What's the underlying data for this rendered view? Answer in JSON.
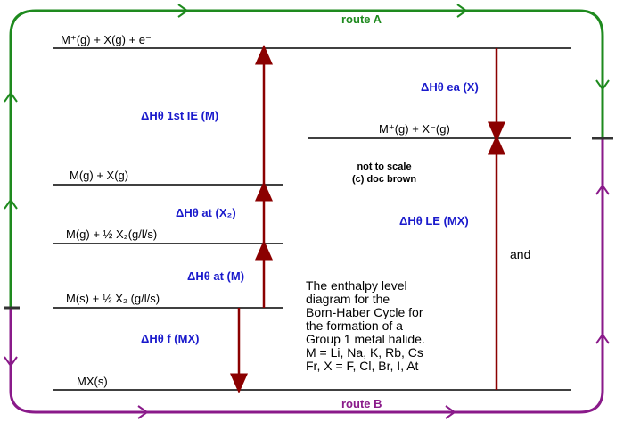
{
  "colors": {
    "route_a": "#1e8a1e",
    "route_b": "#8a1a8a",
    "arrow": "#8b0000",
    "label_blue": "#1a1acc",
    "level_line": "#000000"
  },
  "routes": {
    "a": "route A",
    "b": "route B"
  },
  "levels": {
    "top": "M⁺(g) + X(g) + e⁻",
    "ions": "M⁺(g) + X⁻(g)",
    "atoms": "M(g) + X(g)",
    "gas_metal": "M(g) + ½ X₂(g/l/s)",
    "solid_metal": "M(s) + ½ X₂ (g/l/s)",
    "salt": "MX(s)"
  },
  "enthalpies": {
    "ie": "ΔHθ 1st IE (M)",
    "ea": "ΔHθ ea (X)",
    "at_x": "ΔHθ at (X₂)",
    "at_m": "ΔHθ at (M)",
    "f": "ΔHθ f (MX)",
    "le": "ΔHθ LE (MX)"
  },
  "note": {
    "line1": "not to scale",
    "line2": "(c) doc brown"
  },
  "and_label": "and",
  "description": [
    "The enthalpy level",
    "diagram for the",
    "Born-Haber Cycle for",
    "the formation of a",
    "Group 1 metal halide.",
    "M = Li, Na, K, Rb, Cs",
    "Fr,  X = F, Cl, Br, I, At"
  ]
}
